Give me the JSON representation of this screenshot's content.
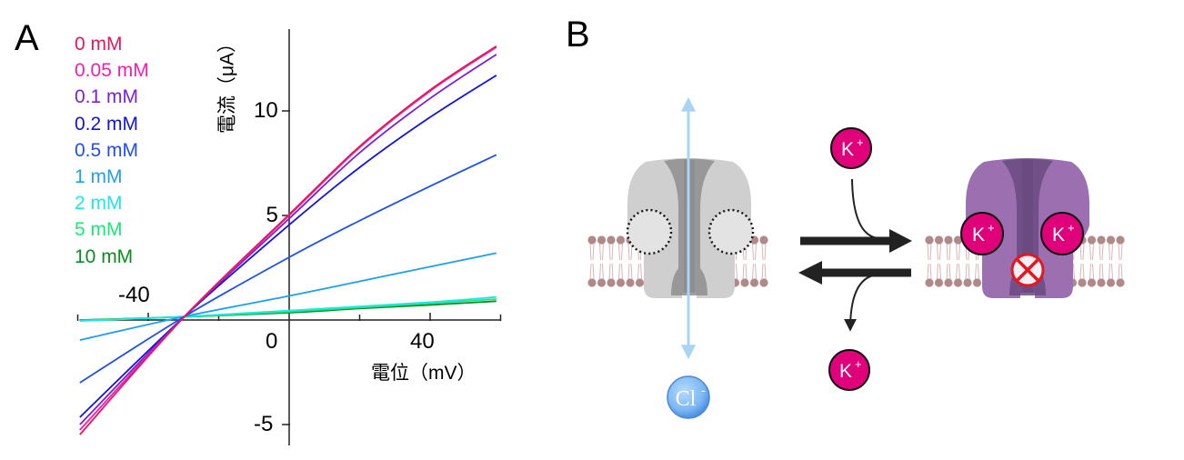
{
  "panels": {
    "a_label": "A",
    "b_label": "B"
  },
  "chart_data": {
    "type": "line",
    "title": "",
    "xlabel": "電位（mV）",
    "ylabel": "電流（μA）",
    "xlim": [
      -60,
      60
    ],
    "ylim": [
      -6,
      14
    ],
    "x_ticks": [
      -40,
      0,
      40
    ],
    "x_minor_ticks": [
      -60,
      -20,
      20,
      60
    ],
    "y_ticks": [
      -5,
      5,
      10
    ],
    "x_tick_labels": [
      "-40",
      "0",
      "40"
    ],
    "y_tick_labels": [
      "-5",
      "5",
      "10"
    ],
    "grid": false,
    "legend_position": "upper-left",
    "series": [
      {
        "name": "0 mM",
        "color": "#E8175D",
        "x": [
          -59.4,
          -29.7,
          0,
          20,
          40,
          58.8
        ],
        "y": [
          -5.48,
          0.17,
          5.05,
          8.3,
          11.0,
          13.1
        ]
      },
      {
        "name": "0.05 mM",
        "color": "#F01FB4",
        "x": [
          -59.4,
          -29.7,
          0,
          20,
          40,
          58.8
        ],
        "y": [
          -5.26,
          0.17,
          5.0,
          8.25,
          10.95,
          13.05
        ]
      },
      {
        "name": "0.1 mM",
        "color": "#7B1FD8",
        "x": [
          -59.4,
          -29.7,
          0,
          20,
          40,
          58.8
        ],
        "y": [
          -5.0,
          0.17,
          4.85,
          8.0,
          10.6,
          12.7
        ]
      },
      {
        "name": "0.2 mM",
        "color": "#1414D8",
        "x": [
          -59.4,
          -29.7,
          0,
          20,
          40,
          58.8
        ],
        "y": [
          -4.65,
          0.17,
          4.55,
          7.3,
          9.7,
          11.7
        ]
      },
      {
        "name": "0.5 mM",
        "color": "#1E50E6",
        "x": [
          -59.4,
          -29.7,
          0,
          20,
          40,
          58.8
        ],
        "y": [
          -3.0,
          0.17,
          3.0,
          4.75,
          6.4,
          7.9
        ]
      },
      {
        "name": "1 mM",
        "color": "#1EA0EB",
        "x": [
          -59.4,
          -29.7,
          0,
          20,
          40,
          58.8
        ],
        "y": [
          -0.96,
          0.17,
          1.15,
          1.85,
          2.55,
          3.2
        ]
      },
      {
        "name": "2 mM",
        "color": "#1EE6EB",
        "x": [
          -59.4,
          -29.7,
          0,
          20,
          40,
          58.8
        ],
        "y": [
          -0.05,
          0.17,
          0.45,
          0.65,
          0.85,
          1.1
        ]
      },
      {
        "name": "5 mM",
        "color": "#1EE678",
        "x": [
          -59.4,
          -29.7,
          0,
          20,
          40,
          58.8
        ],
        "y": [
          -0.02,
          0.15,
          0.4,
          0.6,
          0.8,
          1.0
        ]
      },
      {
        "name": "10 mM",
        "color": "#0A8C1E",
        "x": [
          -59.4,
          -29.7,
          0,
          20,
          40,
          58.8
        ],
        "y": [
          0.0,
          0.15,
          0.35,
          0.55,
          0.72,
          0.9
        ]
      }
    ]
  },
  "diagram": {
    "left_state": {
      "channel_color": "#CFCFCF",
      "pore_color": "#8E8E8E",
      "empty_sites": 2,
      "flow_ion": "Cl",
      "flow_ion_charge": "-",
      "flow_color": "#A9D4F5"
    },
    "right_state": {
      "channel_color": "#9B6FB0",
      "pore_color": "#6A4A80",
      "bound_ions": [
        "K+",
        "K+"
      ],
      "blocked_symbol": "⊗",
      "block_color": "#E8141E"
    },
    "ion_k_label": "K",
    "ion_k_charge": "+",
    "ion_k_color": "#E0007A",
    "membrane_color": "#B08A8A",
    "arrow_color": "#222222"
  }
}
